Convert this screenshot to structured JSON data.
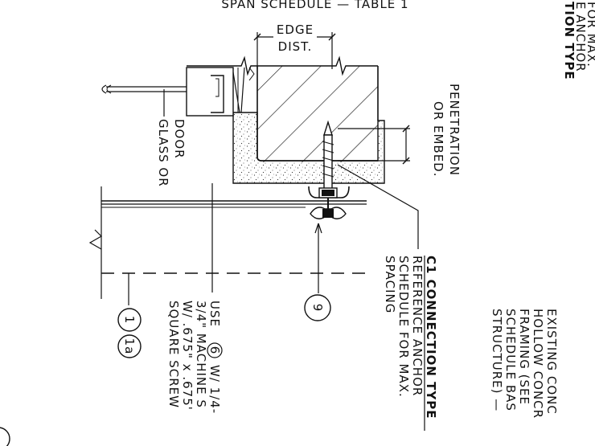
{
  "labels": {
    "top_header": "SPAN SCHEDULE — TABLE 1",
    "top_right": [
      "TION TYPE",
      "E ANCHOR",
      "FOR MAX."
    ],
    "edge_dist": [
      "EDGE",
      "DIST."
    ],
    "penetration": [
      "PENETRATION",
      "OR EMBED."
    ],
    "glass": [
      "GLASS OR",
      "DOOR"
    ],
    "c1": {
      "title": "C1 CONNECTION TYPE",
      "lines": [
        "REFERENCE ANCHOR",
        "SCHEDULE FOR MAX.",
        "SPACING"
      ]
    },
    "use_note": [
      "USE",
      "W/ 1/4-",
      "3/4\" MACHINE S",
      "W/ .675\" x .675'",
      "SQUARE SCREW"
    ],
    "use_callout": "6",
    "existing_note": [
      "EXISTING CONC",
      "HOLLOW CONCR",
      "FRAMING (SEE",
      "SCHEDULE BAS",
      "STRUCTURE) —"
    ],
    "callouts": {
      "nine": "9",
      "one": "1",
      "one_a": "1a"
    }
  }
}
